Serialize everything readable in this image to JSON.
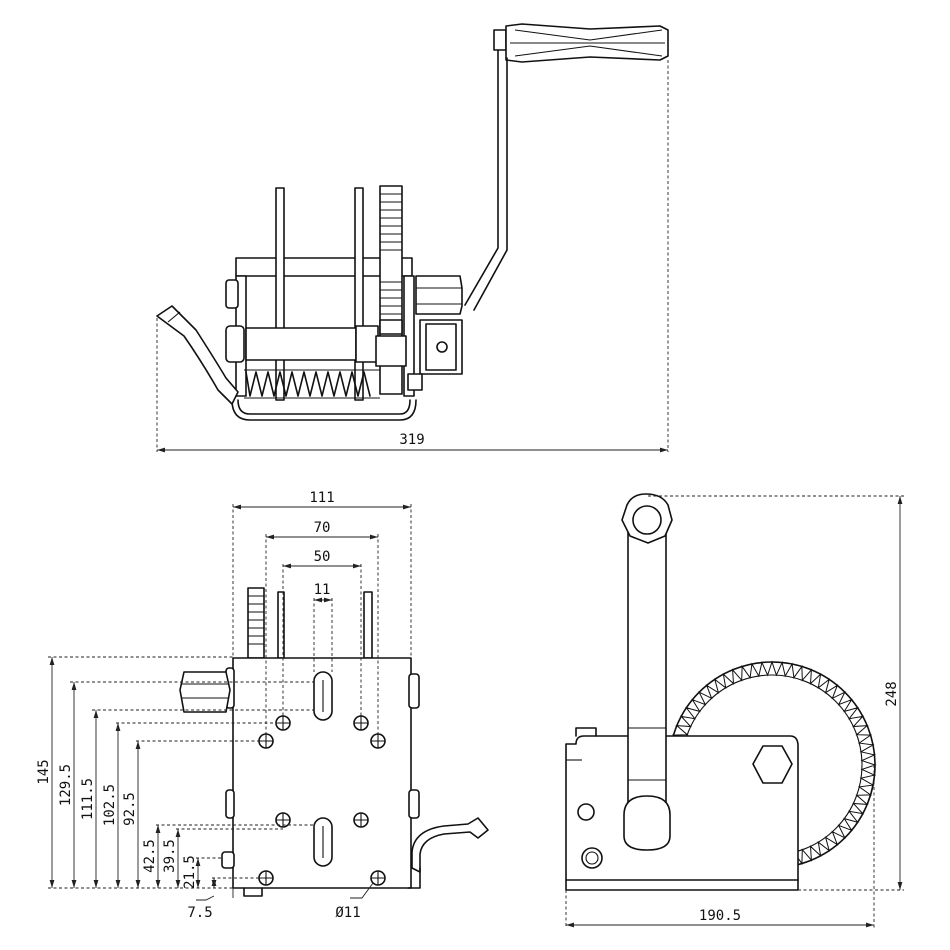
{
  "dimensions": {
    "top_width": "319",
    "front_width": "111",
    "front_hole_span_outer": "70",
    "front_hole_span_inner": "50",
    "slot_width": "11",
    "front_height": "145",
    "level_129_5": "129.5",
    "level_111_5": "111.5",
    "level_102_5": "102.5",
    "level_92_5": "92.5",
    "level_42_5": "42.5",
    "level_39_5": "39.5",
    "level_21_5": "21.5",
    "offset_7_5": "7.5",
    "hole_diameter": "Ø11",
    "side_height": "248",
    "side_width": "190.5"
  }
}
